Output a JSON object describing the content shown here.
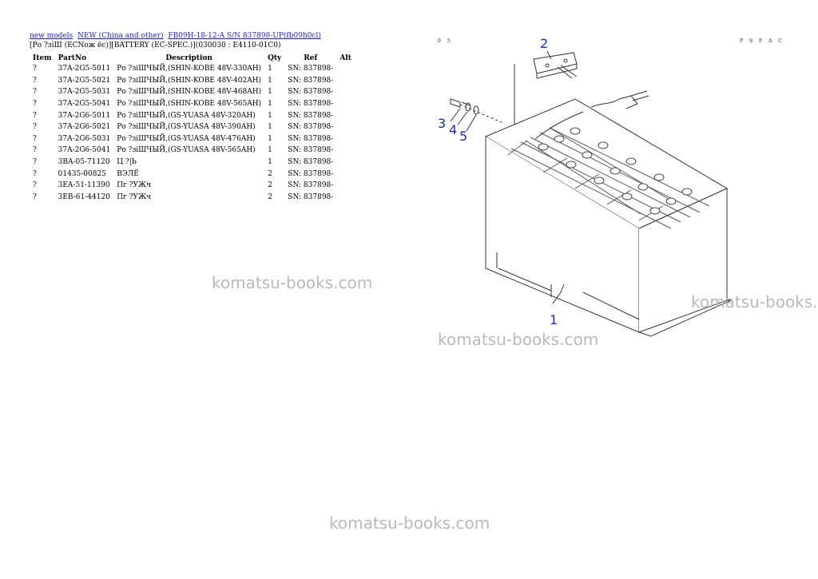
{
  "breadcrumb": {
    "link1": "new models",
    "link2": "NEW (China and other)",
    "link3": "FB09H-18-12-A S/N 837898-UP(fb09h0cl)"
  },
  "page_title": "[Ро ?зіШ (ЕСNож ёс)][BATTERY (EC-SPEC.)](030030 : E4110-01C0)",
  "table": {
    "headers": [
      "Item",
      "PartNo",
      "Description",
      "Qty",
      "Ref",
      "Alt"
    ],
    "rows": [
      {
        "item": "?",
        "partno": "37A-2G5-5011",
        "desc": "Ро ?зіШЧЫЙ,(SHIN-KOBE 48V-330AH)",
        "qty": "1",
        "ref": "SN: 837898-"
      },
      {
        "item": "?",
        "partno": "37A-2G5-5021",
        "desc": "Ро ?зіШЧЫЙ,(SHIN-KOBE 48V-402AH)",
        "qty": "1",
        "ref": "SN: 837898-"
      },
      {
        "item": "?",
        "partno": "37A-2G5-5031",
        "desc": "Ро ?зіШЧЫЙ,(SHIN-KOBE 48V-468AH)",
        "qty": "1",
        "ref": "SN: 837898-"
      },
      {
        "item": "?",
        "partno": "37A-2G5-5041",
        "desc": "Ро ?зіШЧЫЙ,(SHIN-KOBE 48V-565AH)",
        "qty": "1",
        "ref": "SN: 837898-"
      },
      {
        "item": "?",
        "partno": "37A-2G6-5011",
        "desc": "Ро ?зіШЧЫЙ,(GS-YUASA 48V-320AH)",
        "qty": "1",
        "ref": "SN: 837898-"
      },
      {
        "item": "?",
        "partno": "37A-2G6-5021",
        "desc": "Ро ?зіШЧЫЙ,(GS-YUASA 48V-390AH)",
        "qty": "1",
        "ref": "SN: 837898-"
      },
      {
        "item": "?",
        "partno": "37A-2G6-5031",
        "desc": "Ро ?зіШЧЫЙ,(GS-YUASA 48V-476AH)",
        "qty": "1",
        "ref": "SN: 837898-"
      },
      {
        "item": "?",
        "partno": "37A-2G6-5041",
        "desc": "Ро ?зіШЧЫЙ,(GS-YUASA 48V-565AH)",
        "qty": "1",
        "ref": "SN: 837898-"
      },
      {
        "item": "?",
        "partno": "3BA-05-71120",
        "desc": "Ц ?|Ь",
        "qty": "1",
        "ref": "SN: 837898-"
      },
      {
        "item": "?",
        "partno": "01435-00825",
        "desc": "ВЭЛЁ",
        "qty": "2",
        "ref": "SN: 837898-"
      },
      {
        "item": "?",
        "partno": "3EA-51-11390",
        "desc": "Пг ?УЖч",
        "qty": "2",
        "ref": "SN: 837898-"
      },
      {
        "item": "?",
        "partno": "3EB-61-44120",
        "desc": "Пг ?УЖч",
        "qty": "2",
        "ref": "SN: 837898-"
      }
    ]
  },
  "diagram": {
    "callouts": [
      "1",
      "2",
      "3",
      "4",
      "5"
    ],
    "corner_left": "0 5",
    "corner_right": "P S F A C"
  },
  "watermark": "komatsu-books.com"
}
